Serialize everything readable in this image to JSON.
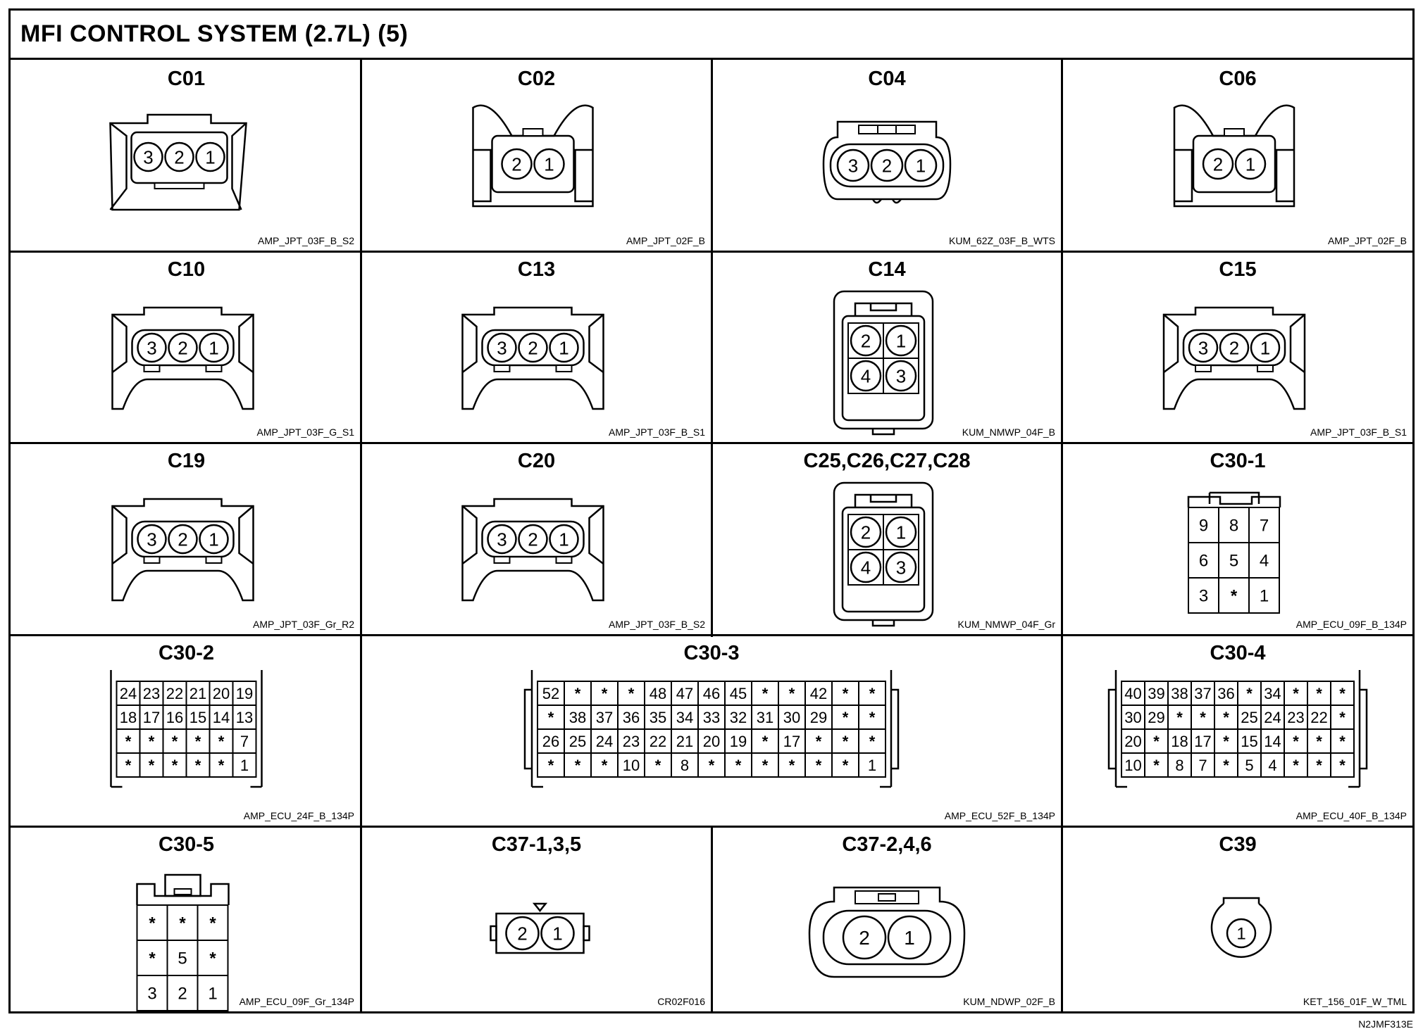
{
  "title": "MFI CONTROL SYSTEM (2.7L) (5)",
  "diagram_code": "N2JMF313E",
  "connectors": [
    {
      "name": "C01",
      "part": "AMP_JPT_03F_B_S2",
      "pins": [
        "3",
        "2",
        "1"
      ]
    },
    {
      "name": "C02",
      "part": "AMP_JPT_02F_B",
      "pins": [
        "2",
        "1"
      ]
    },
    {
      "name": "C04",
      "part": "KUM_62Z_03F_B_WTS",
      "pins": [
        "3",
        "2",
        "1"
      ]
    },
    {
      "name": "C06",
      "part": "AMP_JPT_02F_B",
      "pins": [
        "2",
        "1"
      ]
    },
    {
      "name": "C10",
      "part": "AMP_JPT_03F_G_S1",
      "pins": [
        "3",
        "2",
        "1"
      ]
    },
    {
      "name": "C13",
      "part": "AMP_JPT_03F_B_S1",
      "pins": [
        "3",
        "2",
        "1"
      ]
    },
    {
      "name": "C14",
      "part": "KUM_NMWP_04F_B",
      "pins": [
        [
          "2",
          "1"
        ],
        [
          "4",
          "3"
        ]
      ]
    },
    {
      "name": "C15",
      "part": "AMP_JPT_03F_B_S1",
      "pins": [
        "3",
        "2",
        "1"
      ]
    },
    {
      "name": "C19",
      "part": "AMP_JPT_03F_Gr_R2",
      "pins": [
        "3",
        "2",
        "1"
      ]
    },
    {
      "name": "C20",
      "part": "AMP_JPT_03F_B_S2",
      "pins": [
        "3",
        "2",
        "1"
      ]
    },
    {
      "name": "C25,C26,C27,C28",
      "part": "KUM_NMWP_04F_Gr",
      "pins": [
        [
          "2",
          "1"
        ],
        [
          "4",
          "3"
        ]
      ]
    },
    {
      "name": "C30-1",
      "part": "AMP_ECU_09F_B_134P",
      "pins": [
        [
          "9",
          "8",
          "7"
        ],
        [
          "6",
          "5",
          "4"
        ],
        [
          "3",
          "*",
          "1"
        ]
      ]
    },
    {
      "name": "C30-2",
      "part": "AMP_ECU_24F_B_134P",
      "pins": [
        [
          "24",
          "23",
          "22",
          "21",
          "20",
          "19"
        ],
        [
          "18",
          "17",
          "16",
          "15",
          "14",
          "13"
        ],
        [
          "*",
          "*",
          "*",
          "*",
          "*",
          "7"
        ],
        [
          "*",
          "*",
          "*",
          "*",
          "*",
          "1"
        ]
      ]
    },
    {
      "name": "C30-3",
      "part": "AMP_ECU_52F_B_134P",
      "pins": [
        [
          "52",
          "*",
          "*",
          "*",
          "48",
          "47",
          "46",
          "45",
          "*",
          "*",
          "42",
          "*",
          "*"
        ],
        [
          "*",
          "38",
          "37",
          "36",
          "35",
          "34",
          "33",
          "32",
          "31",
          "30",
          "29",
          "*",
          "*"
        ],
        [
          "26",
          "25",
          "24",
          "23",
          "22",
          "21",
          "20",
          "19",
          "*",
          "17",
          "*",
          "*",
          "*"
        ],
        [
          "*",
          "*",
          "*",
          "10",
          "*",
          "8",
          "*",
          "*",
          "*",
          "*",
          "*",
          "*",
          "1"
        ]
      ]
    },
    {
      "name": "C30-4",
      "part": "AMP_ECU_40F_B_134P",
      "pins": [
        [
          "40",
          "39",
          "38",
          "37",
          "36",
          "*",
          "34",
          "*",
          "*",
          "*"
        ],
        [
          "30",
          "29",
          "*",
          "*",
          "*",
          "25",
          "24",
          "23",
          "22",
          "*"
        ],
        [
          "20",
          "*",
          "18",
          "17",
          "*",
          "15",
          "14",
          "*",
          "*",
          "*"
        ],
        [
          "10",
          "*",
          "8",
          "7",
          "*",
          "5",
          "4",
          "*",
          "*",
          "*"
        ]
      ]
    },
    {
      "name": "C30-5",
      "part": "AMP_ECU_09F_Gr_134P",
      "pins": [
        [
          "*",
          "*",
          "*"
        ],
        [
          "*",
          "5",
          "*"
        ],
        [
          "3",
          "2",
          "1"
        ]
      ]
    },
    {
      "name": "C37-1,3,5",
      "part": "CR02F016",
      "pins": [
        "2",
        "1"
      ]
    },
    {
      "name": "C37-2,4,6",
      "part": "KUM_NDWP_02F_B",
      "pins": [
        "2",
        "1"
      ]
    },
    {
      "name": "C39",
      "part": "KET_156_01F_W_TML",
      "pins": [
        "1"
      ]
    }
  ]
}
